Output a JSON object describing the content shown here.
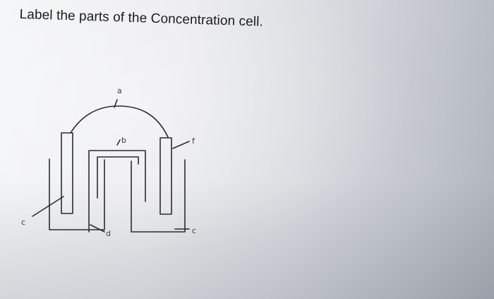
{
  "question": {
    "text": "Label the parts of the Concentration cell."
  },
  "diagram": {
    "labels": {
      "a": "a",
      "b": "b",
      "c_left": "c",
      "d": "d",
      "c_right": "c",
      "f": "f"
    }
  }
}
